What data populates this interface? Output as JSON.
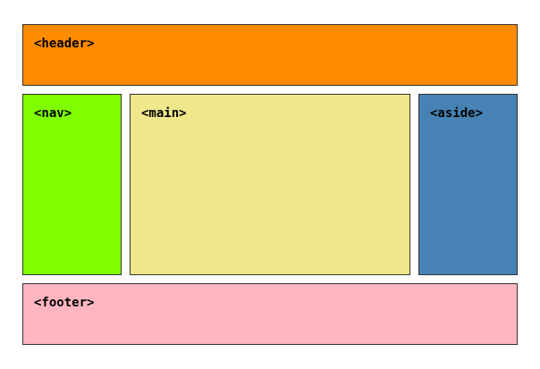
{
  "regions": {
    "header": {
      "label": "<header>",
      "color": "#FF8C00"
    },
    "nav": {
      "label": "<nav>",
      "color": "#7FFF00"
    },
    "main": {
      "label": "<main>",
      "color": "#F0E68C"
    },
    "aside": {
      "label": "<aside>",
      "color": "#4682B4"
    },
    "footer": {
      "label": "<footer>",
      "color": "#FFB6C1"
    }
  }
}
